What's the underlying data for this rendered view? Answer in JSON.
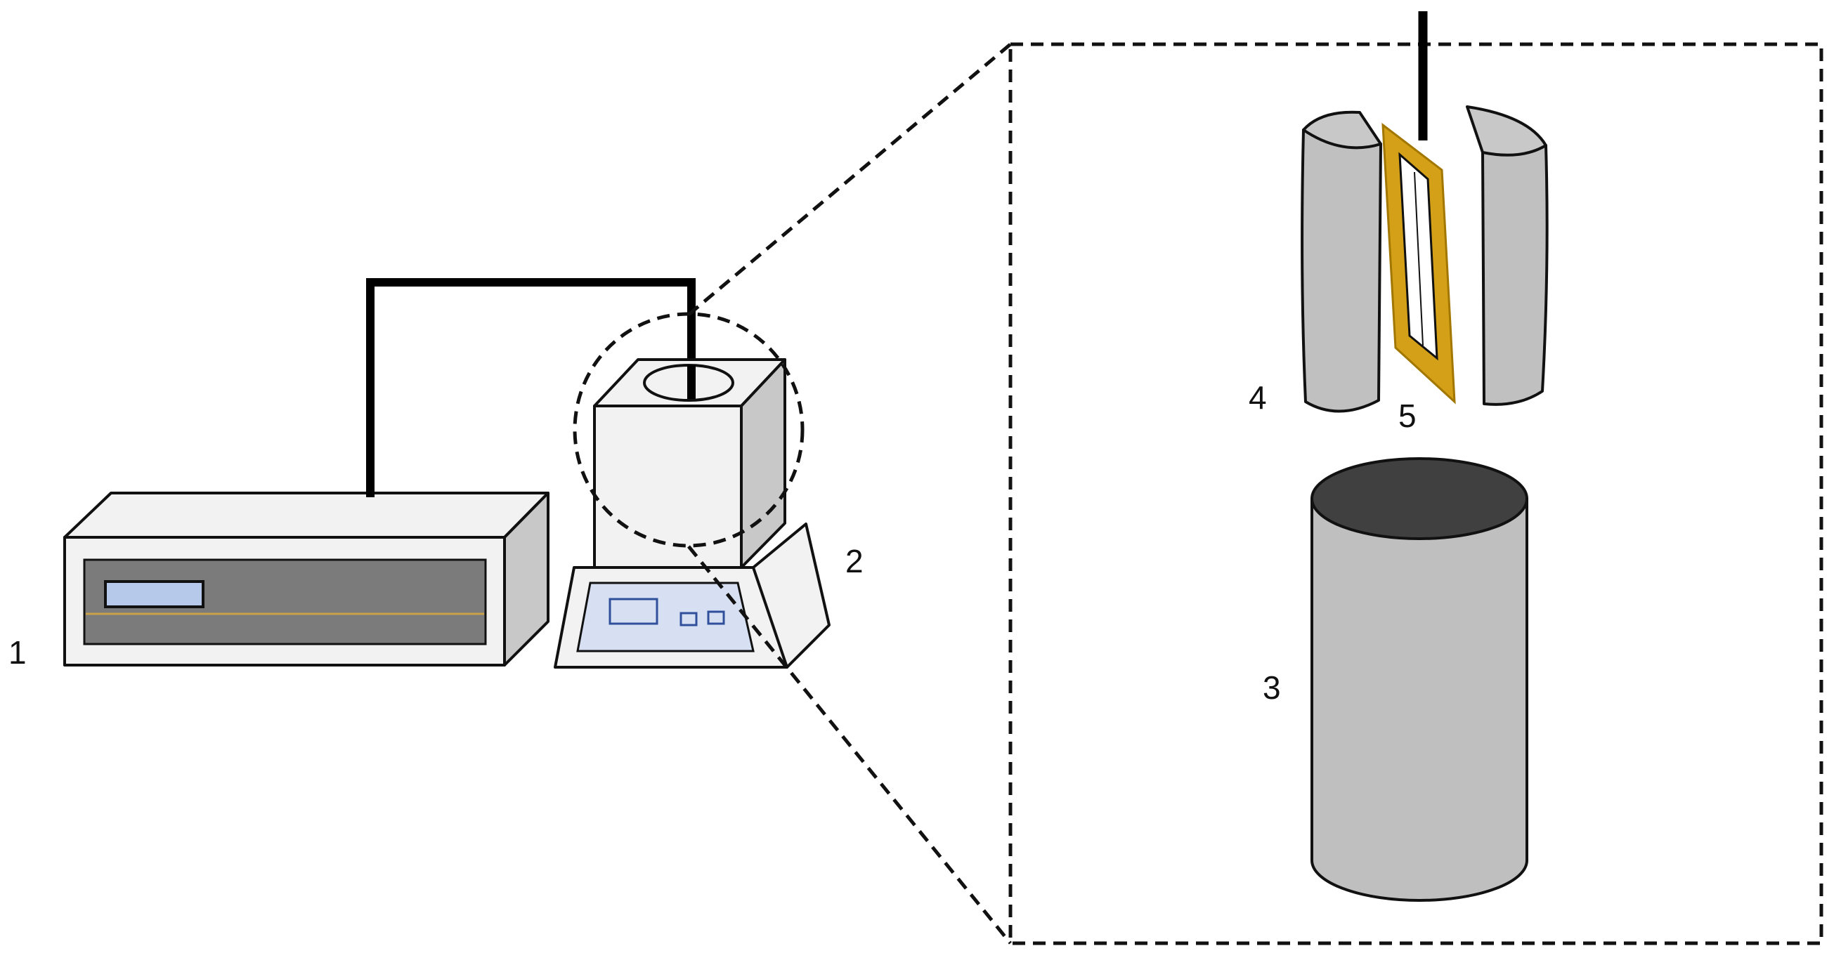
{
  "labels": {
    "power_supply": "1",
    "stirrer": "2",
    "container": "3",
    "electrodes": "4",
    "sample": "5"
  },
  "colors": {
    "panel_screen": "#b7c9ea",
    "panel_dark": "#7b7b7b",
    "case_light": "#f2f2f2",
    "case_side": "#c8c8c8",
    "stirrer_display": "#d6e0f2",
    "button_blue": "#2f4f9a",
    "electrode_gray": "#c0c0c0",
    "cylinder_gray": "#bfbfbf",
    "cylinder_top": "#404040",
    "frame_gold": "#d4a017",
    "line": "#111111"
  }
}
